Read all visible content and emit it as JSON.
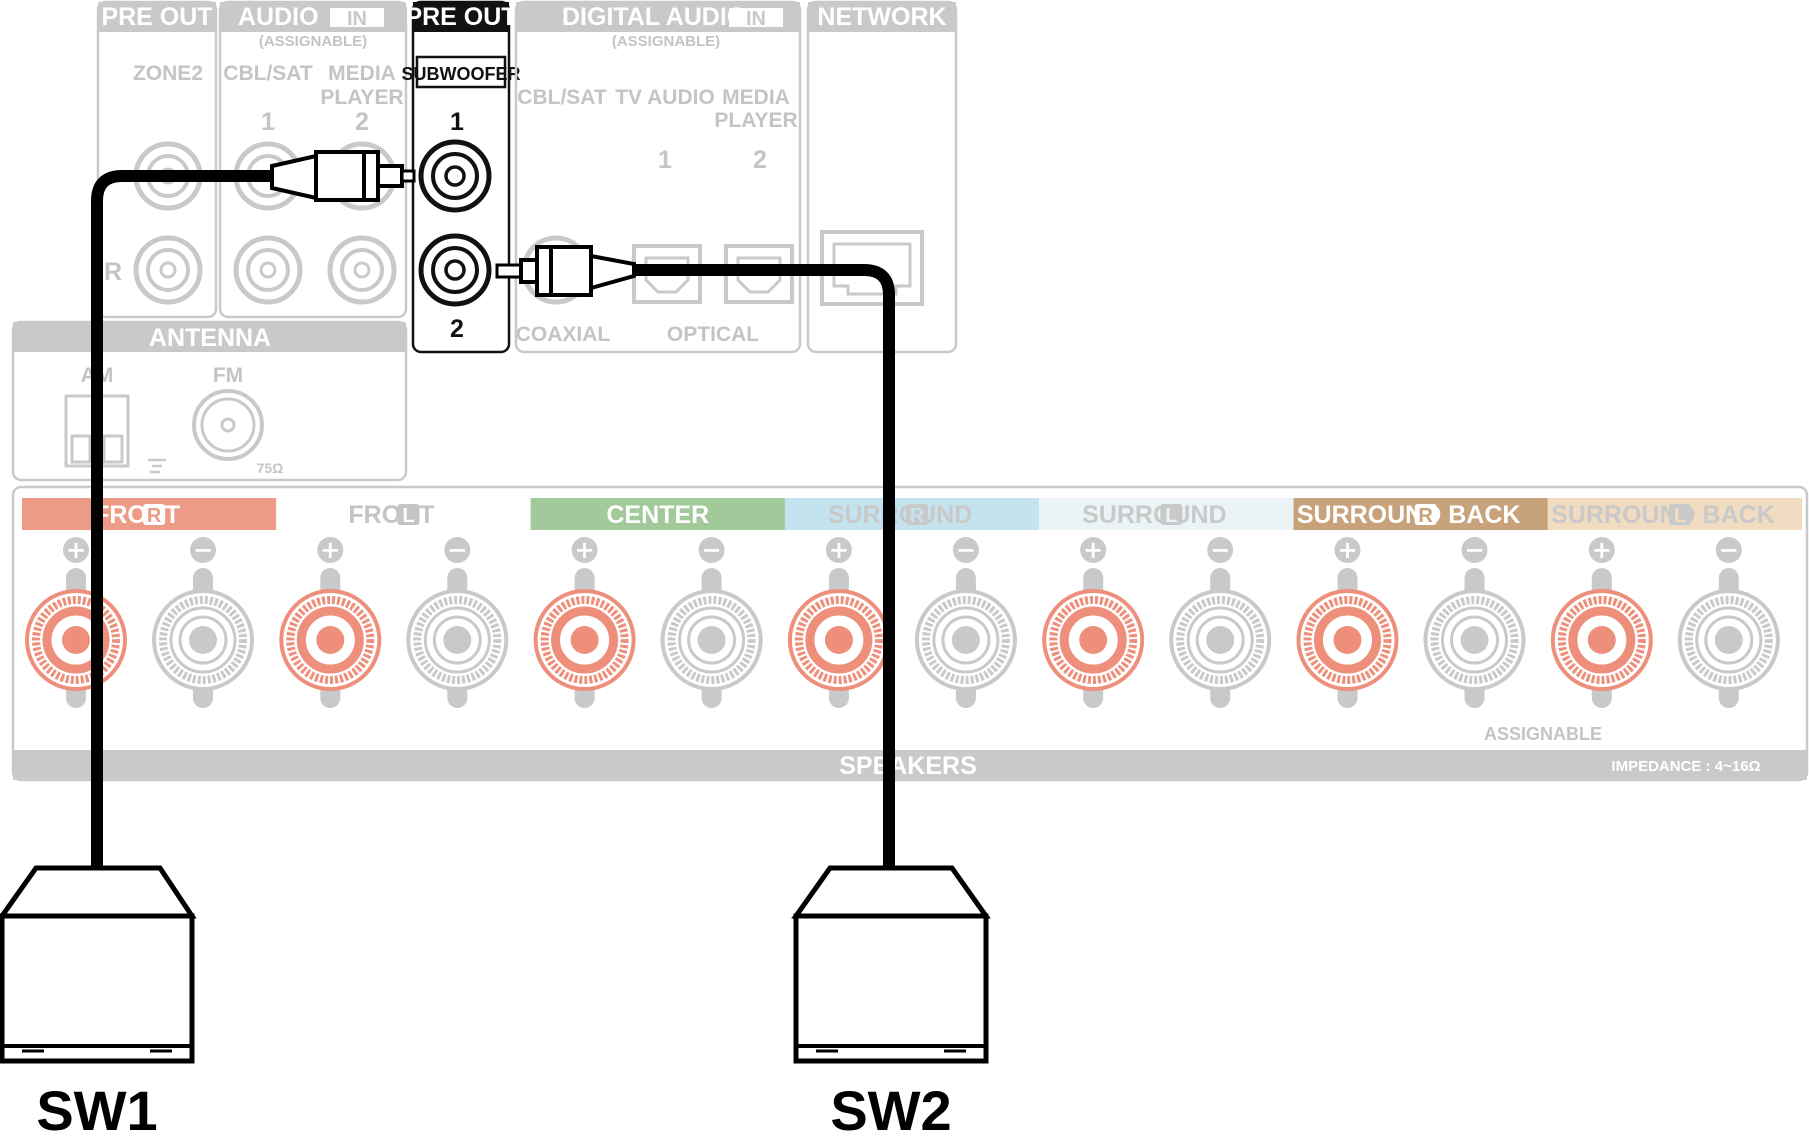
{
  "top_panel": {
    "pre_out_zone2": {
      "header": "PRE OUT",
      "label": "ZONE2"
    },
    "audio_in": {
      "header": "AUDIO",
      "header_badge": "IN",
      "subheader": "(ASSIGNABLE)",
      "inputs": [
        {
          "label": "CBL/SAT",
          "number": "1"
        },
        {
          "label_line1": "MEDIA",
          "label_line2": "PLAYER",
          "number": "2"
        }
      ],
      "side_letter": "R"
    },
    "pre_out_subwoofer": {
      "header": "PRE OUT",
      "badge": "SUBWOOFER",
      "port_1": "1",
      "port_2": "2"
    },
    "digital_audio_in": {
      "header": "DIGITAL AUDIO",
      "header_badge": "IN",
      "subheader": "(ASSIGNABLE)",
      "inputs": [
        {
          "label": "CBL/SAT"
        },
        {
          "label": "TV AUDIO",
          "number": "1"
        },
        {
          "label_line1": "MEDIA",
          "label_line2": "PLAYER",
          "number": "2"
        }
      ],
      "coaxial_label": "COAXIAL",
      "optical_label": "OPTICAL"
    },
    "network": {
      "header": "NETWORK"
    }
  },
  "antenna": {
    "header": "ANTENNA",
    "am_label": "AM",
    "fm_label": "FM",
    "fm_impedance": "75Ω"
  },
  "speakers": {
    "footer_label": "SPEAKERS",
    "impedance": "IMPEDANCE : 4~16Ω",
    "assignable": "ASSIGNABLE",
    "plus_symbol": "+",
    "minus_symbol": "−",
    "channels": [
      {
        "name": "FRONT",
        "side": "R",
        "color": "#ec9c86"
      },
      {
        "name": "FRONT",
        "side": "L",
        "color": "#ffffff"
      },
      {
        "name": "CENTER",
        "side": "",
        "color": "#a2c99a"
      },
      {
        "name": "SURROUND",
        "side": "R",
        "color": "#c5e3ef"
      },
      {
        "name": "SURROUND",
        "side": "L",
        "color": "#eaf3f6"
      },
      {
        "name": "SURROUND BACK",
        "side": "R",
        "color": "#c8a27a"
      },
      {
        "name": "SURROUND BACK",
        "side": "L",
        "color": "#f1dcc2"
      }
    ]
  },
  "subwoofers": [
    {
      "label": "SW1",
      "connected_to": "1"
    },
    {
      "label": "SW2",
      "connected_to": "2"
    }
  ],
  "colors": {
    "panel_grey": "#c9c9c9",
    "text_grey": "#c4c4c4",
    "terminal_red": "#ee8f7b",
    "cable": "#000000"
  }
}
